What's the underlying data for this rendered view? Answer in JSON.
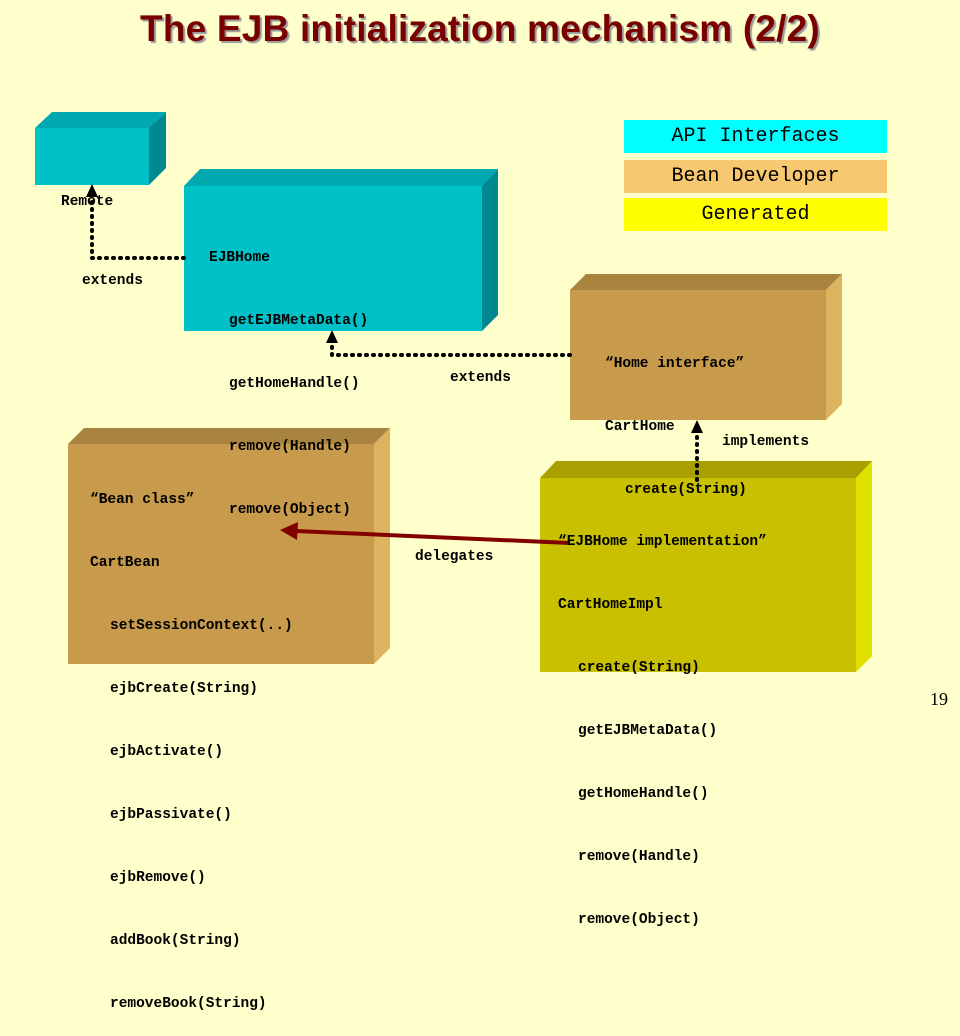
{
  "title": "The EJB initialization mechanism (2/2)",
  "page_number": "19",
  "legend": {
    "api": "API Interfaces",
    "bean_dev": "Bean Developer",
    "generated": "Generated"
  },
  "colors": {
    "api": "#00c0c8",
    "bean_dev": "#c89a4c",
    "generated": "#c8c000",
    "background": "#ffffcc",
    "title": "#7a0000",
    "delegates_arrow": "#800000"
  },
  "boxes": {
    "remote": {
      "lines": [
        "Remote"
      ]
    },
    "ejbhome": {
      "lines": [
        "EJBHome",
        "getEJBMetaData()",
        "getHomeHandle()",
        "remove(Handle)",
        "remove(Object)"
      ]
    },
    "home_interface": {
      "lines": [
        "“Home interface”",
        "CartHome",
        "create(String)"
      ]
    },
    "bean_class": {
      "lines": [
        "“Bean class”",
        "CartBean",
        "setSessionContext(..)",
        "ejbCreate(String)",
        "ejbActivate()",
        "ejbPassivate()",
        "ejbRemove()",
        "addBook(String)",
        "removeBook(String)"
      ]
    },
    "home_impl": {
      "lines": [
        "“EJBHome implementation”",
        "CartHomeImpl",
        "create(String)",
        "getEJBMetaData()",
        "getHomeHandle()",
        "remove(Handle)",
        "remove(Object)"
      ]
    }
  },
  "labels": {
    "extends_1": "extends",
    "extends_2": "extends",
    "implements": "implements",
    "delegates": "delegates"
  }
}
